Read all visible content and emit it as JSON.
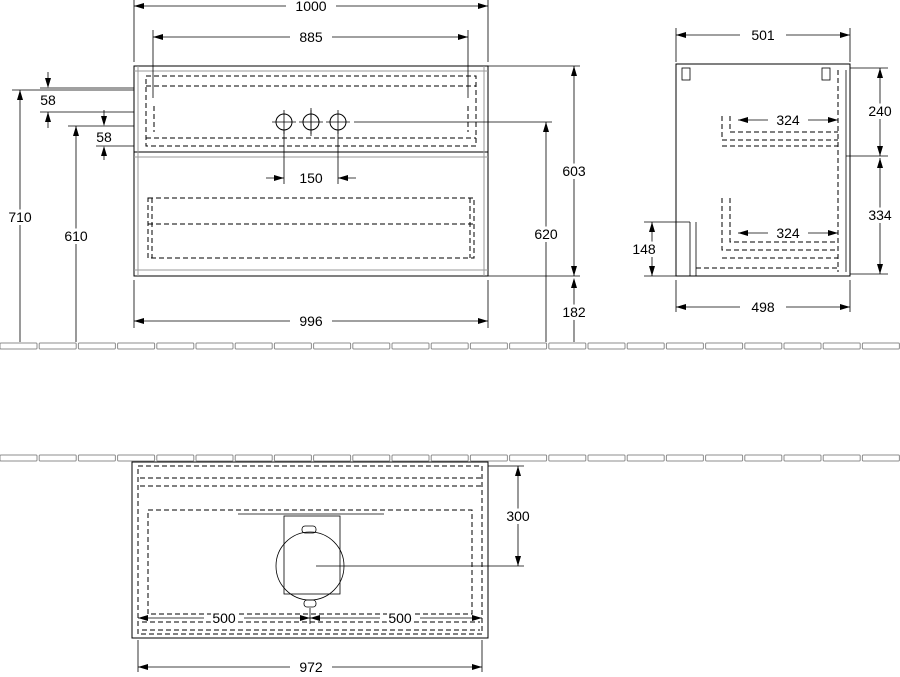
{
  "front_view": {
    "width_total": "1000",
    "width_inner": "885",
    "height_top_offset": "58",
    "height_second_offset": "58",
    "tap_spacing": "150",
    "height_overall": "710",
    "height_drawer_top": "610",
    "height_right_upper": "603",
    "height_right_total": "620",
    "floor_clearance": "182",
    "width_bottom": "996"
  },
  "side_view": {
    "depth_top": "501",
    "height_upper": "240",
    "shelf_upper": "324",
    "height_lower": "334",
    "shelf_lower": "324",
    "height_side": "148",
    "depth_bottom": "498"
  },
  "top_view": {
    "depth_drain": "300",
    "drain_left": "500",
    "drain_right": "500",
    "width_bottom": "972"
  },
  "colors": {
    "line": "#000000",
    "floor_outline": "#8c8c8c",
    "background": "#ffffff"
  }
}
